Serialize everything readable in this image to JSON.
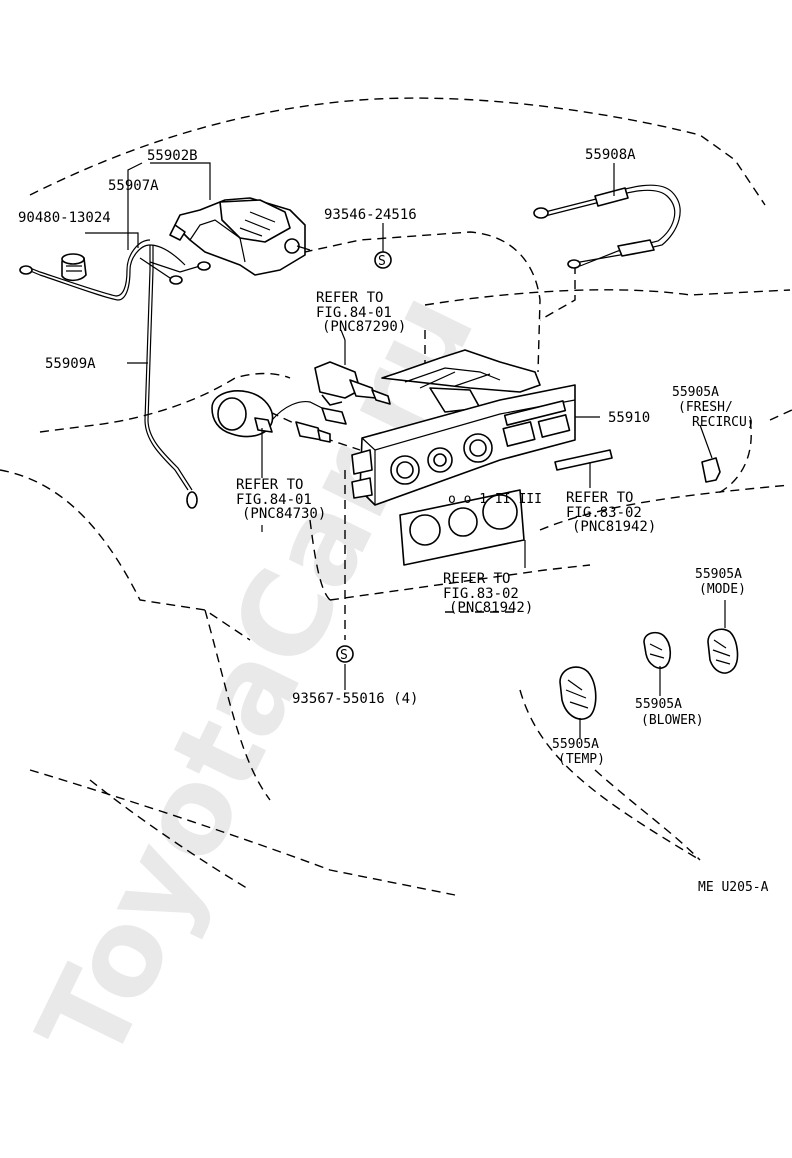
{
  "watermark": "ToyotaCar.ru",
  "code": "ME U205-A",
  "labels": {
    "p55902b": "55902B",
    "p55907a": "55907A",
    "p90480": "90480-13024",
    "p93546": "93546-24516",
    "p55908a": "55908A",
    "refer1_l1": "REFER TO",
    "refer1_l2": "FIG.84-01",
    "refer1_l3": "(PNC87290)",
    "p55909a": "55909A",
    "p55905a_fresh_l1": "55905A",
    "p55905a_fresh_l2": "(FRESH/",
    "p55905a_fresh_l3": "RECIRCU)",
    "p55910": "55910",
    "refer2_l1": "REFER TO",
    "refer2_l2": "FIG.84-01",
    "refer2_l3": "(PNC84730)",
    "refer3_l1": "REFER TO",
    "refer3_l2": "FIG.83-02",
    "refer3_l3": "(PNC81942)",
    "refer4_l1": "REFER TO",
    "refer4_l2": "FIG.83-02",
    "refer4_l3": "(PNC81942)",
    "p55905a_mode_l1": "55905A",
    "p55905a_mode_l2": "(MODE)",
    "p93567": "93567-55016 (4)",
    "p55905a_blower_l1": "55905A",
    "p55905a_blower_l2": "(BLOWER)",
    "p55905a_temp_l1": "55905A",
    "p55905a_temp_l2": "(TEMP)"
  }
}
